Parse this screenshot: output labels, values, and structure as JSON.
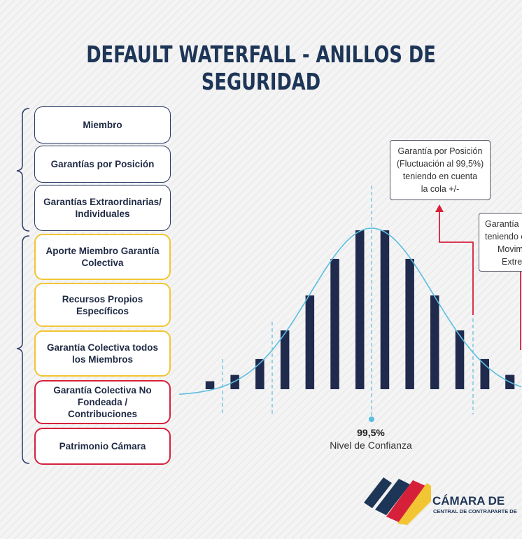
{
  "title": "DEFAULT WATERFALL - ANILLOS DE SEGURIDAD",
  "rings": [
    {
      "label": "Miembro",
      "style": "blue"
    },
    {
      "label": "Garantías por Posición",
      "style": "blue"
    },
    {
      "label": "Garantías Extraordinarias/ Individuales",
      "style": "blue"
    },
    {
      "label": "Aporte Miembro Garantía Colectiva",
      "style": "yellow"
    },
    {
      "label": "Recursos Propios Específicos",
      "style": "yellow"
    },
    {
      "label": "Garantía Colectiva todos los Miembros",
      "style": "yellow"
    },
    {
      "label": "Garantía Colectiva No Fondeada / Contribuciones",
      "style": "red"
    },
    {
      "label": "Patrimonio Cámara",
      "style": "red"
    }
  ],
  "callout_position": [
    "Garantía por Posición",
    "(Fluctuación al 99,5%)",
    "teniendo en cuenta",
    "la cola +/-"
  ],
  "callout_extra": [
    "Garantía",
    "teniendo e",
    "Movim",
    "Extre"
  ],
  "confidence": {
    "value": "99,5%",
    "label": "Nivel de Confianza"
  },
  "logo": {
    "name": "CÁMARA DE",
    "subtitle": "CENTRAL DE CONTRAPARTE DE"
  },
  "chart_data": {
    "type": "bar",
    "bar_levels": [
      0.05,
      0.09,
      0.19,
      0.37,
      0.59,
      0.82,
      1.0,
      1.0,
      0.82,
      0.59,
      0.37,
      0.19,
      0.09
    ],
    "curve": "normal",
    "confidence_level": "99,5%"
  },
  "colors": {
    "title": "#1d3557",
    "bars": "#1f2a4d",
    "curve": "#5bbde0",
    "ring_blue": "#2a3a66",
    "ring_yellow": "#f2c533",
    "ring_red": "#d6203a",
    "arrow_red": "#d6203a"
  }
}
